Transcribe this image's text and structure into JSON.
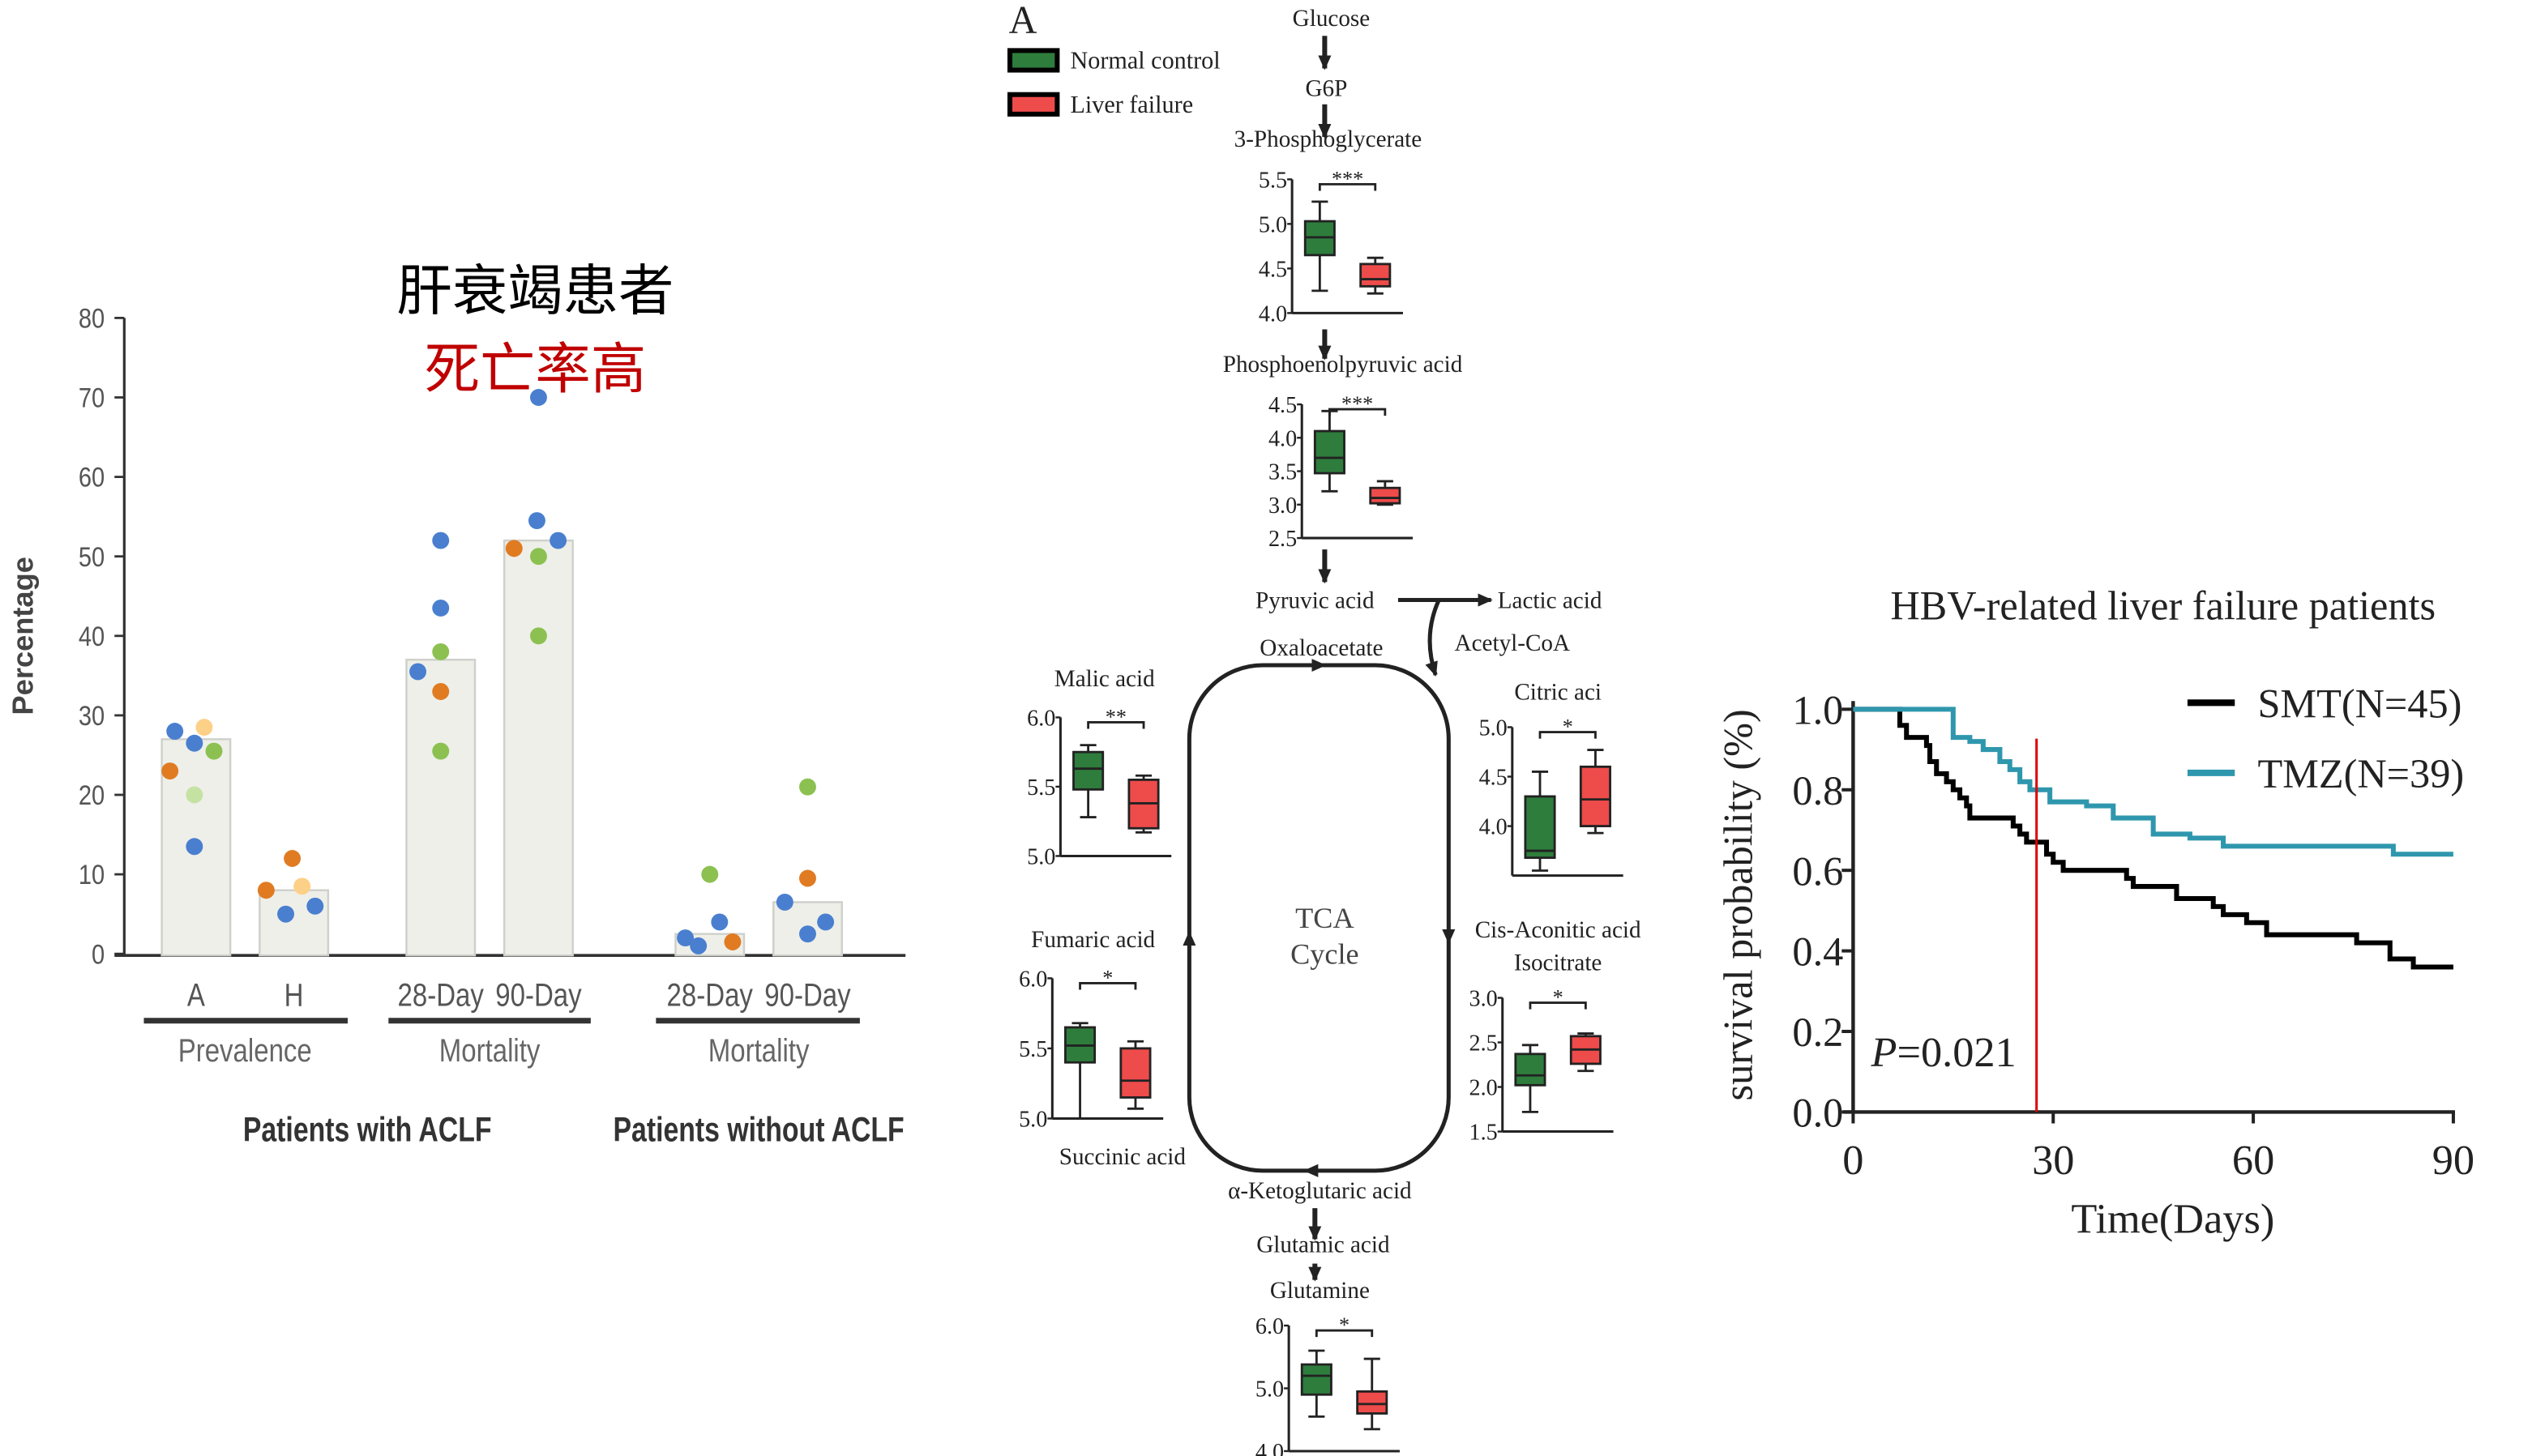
{
  "chart_data": [
    {
      "type": "bar",
      "title": "肝衰竭患者",
      "subtitle": "死亡率高",
      "ylabel": "Percentage",
      "ylim": [
        0,
        80
      ],
      "yticks": [
        "0",
        "10",
        "20",
        "30",
        "40",
        "50",
        "60",
        "70",
        "80"
      ],
      "categories": [
        "A",
        "H",
        "28-Day",
        "90-Day",
        "28-Day",
        "90-Day"
      ],
      "values": [
        27,
        8,
        37,
        52,
        2.5,
        6.5
      ],
      "groups": [
        "Prevalence",
        "Mortality",
        "Mortality"
      ],
      "supergroups": [
        "Patients with ACLF",
        "Patients without ACLF"
      ],
      "colors": {
        "blue": "#4a7fcf",
        "orange": "#e07b22",
        "green": "#8cc152",
        "light-orange": "#fdd088",
        "light-green": "#c5e2a3",
        "bar": "#eeefe9"
      },
      "points": [
        [
          {
            "v": 28,
            "c": "blue"
          },
          {
            "v": 26.5,
            "c": "blue"
          },
          {
            "v": 28.5,
            "c": "light-orange"
          },
          {
            "v": 25.5,
            "c": "green"
          },
          {
            "v": 23,
            "c": "orange"
          },
          {
            "v": 20,
            "c": "light-green"
          },
          {
            "v": 13.5,
            "c": "blue"
          }
        ],
        [
          {
            "v": 12,
            "c": "orange"
          },
          {
            "v": 8,
            "c": "orange"
          },
          {
            "v": 8.5,
            "c": "light-orange"
          },
          {
            "v": 5,
            "c": "blue"
          },
          {
            "v": 6,
            "c": "blue"
          }
        ],
        [
          {
            "v": 52,
            "c": "blue"
          },
          {
            "v": 43.5,
            "c": "blue"
          },
          {
            "v": 38,
            "c": "green"
          },
          {
            "v": 35.5,
            "c": "blue"
          },
          {
            "v": 33,
            "c": "orange"
          },
          {
            "v": 25.5,
            "c": "green"
          }
        ],
        [
          {
            "v": 70,
            "c": "blue"
          },
          {
            "v": 54.5,
            "c": "blue"
          },
          {
            "v": 52,
            "c": "blue"
          },
          {
            "v": 51,
            "c": "orange"
          },
          {
            "v": 50,
            "c": "green"
          },
          {
            "v": 40,
            "c": "green"
          }
        ],
        [
          {
            "v": 10,
            "c": "green"
          },
          {
            "v": 4,
            "c": "blue"
          },
          {
            "v": 2,
            "c": "blue"
          },
          {
            "v": 1.5,
            "c": "orange"
          },
          {
            "v": 1,
            "c": "blue"
          }
        ],
        [
          {
            "v": 21,
            "c": "green"
          },
          {
            "v": 9.5,
            "c": "orange"
          },
          {
            "v": 6.5,
            "c": "blue"
          },
          {
            "v": 2.5,
            "c": "blue"
          },
          {
            "v": 4,
            "c": "blue"
          }
        ]
      ]
    },
    {
      "type": "boxplot",
      "panel_letter": "A",
      "legend": [
        {
          "label": "Normal control",
          "color": "#2e7d3c"
        },
        {
          "label": "Liver failure",
          "color": "#ee4b4b"
        }
      ],
      "pathway": {
        "glucose": "Glucose",
        "g6p": "G6P",
        "pyruvic": "Pyruvic acid",
        "lactic": "Lactic acid",
        "acetyl": "Acetyl-CoA",
        "oxaloacetate": "Oxaloacetate",
        "tca1": "TCA",
        "tca2": "Cycle",
        "cis_aconitic": "Cis-Aconitic acid",
        "succinic": "Succinic acid",
        "akg": "α-Ketoglutaric acid",
        "glutamic": "Glutamic acid"
      },
      "panels": [
        {
          "title": "3-Phosphoglycerate",
          "ylim": [
            4.0,
            5.5
          ],
          "yticks": [
            "4.0",
            "4.5",
            "5.0",
            "5.5"
          ],
          "sig": "***",
          "boxes": [
            [
              4.25,
              4.65,
              4.85,
              5.03,
              5.25
            ],
            [
              4.22,
              4.3,
              4.38,
              4.55,
              4.62
            ]
          ]
        },
        {
          "title": "Phosphoenolpyruvic acid",
          "ylim": [
            2.5,
            4.5
          ],
          "yticks": [
            "2.5",
            "3.0",
            "3.5",
            "4.0",
            "4.5"
          ],
          "sig": "***",
          "boxes": [
            [
              3.2,
              3.47,
              3.7,
              4.1,
              4.4
            ],
            [
              3.0,
              3.02,
              3.1,
              3.25,
              3.35
            ]
          ]
        },
        {
          "title": "Malic acid",
          "ylim": [
            5.0,
            6.0
          ],
          "yticks": [
            "5.0",
            "5.5",
            "6.0"
          ],
          "sig": "**",
          "boxes": [
            [
              5.28,
              5.48,
              5.63,
              5.75,
              5.8
            ],
            [
              5.17,
              5.2,
              5.38,
              5.55,
              5.58
            ]
          ]
        },
        {
          "title": "Citric aci",
          "ylim": [
            3.5,
            5.0
          ],
          "yticks": [
            "4.0",
            "4.5",
            "5.0"
          ],
          "sig": "*",
          "boxes": [
            [
              3.55,
              3.68,
              3.75,
              4.3,
              4.55
            ],
            [
              3.93,
              4.0,
              4.27,
              4.6,
              4.77
            ]
          ]
        },
        {
          "title": "Fumaric acid",
          "ylim": [
            5.0,
            6.0
          ],
          "yticks": [
            "5.0",
            "5.5",
            "6.0"
          ],
          "sig": "*",
          "boxes": [
            [
              5.0,
              5.4,
              5.52,
              5.65,
              5.68
            ],
            [
              5.07,
              5.15,
              5.27,
              5.5,
              5.55
            ]
          ]
        },
        {
          "title": "Isocitrate",
          "ylim": [
            1.5,
            3.0
          ],
          "yticks": [
            "1.5",
            "2.0",
            "2.5",
            "3.0"
          ],
          "sig": "*",
          "boxes": [
            [
              1.72,
              2.02,
              2.13,
              2.37,
              2.47
            ],
            [
              2.18,
              2.26,
              2.42,
              2.57,
              2.6
            ]
          ]
        },
        {
          "title": "Glutamine",
          "ylim": [
            4.0,
            6.0
          ],
          "yticks": [
            "4.0",
            "5.0",
            "6.0"
          ],
          "sig": "*",
          "boxes": [
            [
              4.55,
              4.9,
              5.2,
              5.38,
              5.6
            ],
            [
              4.35,
              4.6,
              4.75,
              4.95,
              5.47
            ]
          ]
        }
      ]
    },
    {
      "type": "line",
      "title": "HBV-related liver failure patients",
      "xlabel": "Time(Days)",
      "ylabel": "survival probability (%)",
      "xlim": [
        0,
        90
      ],
      "ylim": [
        0,
        1.0
      ],
      "xticks": [
        "0",
        "30",
        "60",
        "90"
      ],
      "yticks": [
        "0.0",
        "0.2",
        "0.4",
        "0.6",
        "0.8",
        "1.0"
      ],
      "annotation": "=0.021",
      "annotation_italic": "P",
      "marker_day": 27.5,
      "series": [
        {
          "name": "SMT(N=45)",
          "color": "#000000",
          "steps": [
            [
              0,
              1.0
            ],
            [
              7,
              0.96
            ],
            [
              8,
              0.93
            ],
            [
              11,
              0.91
            ],
            [
              11.5,
              0.87
            ],
            [
              12.5,
              0.84
            ],
            [
              14,
              0.82
            ],
            [
              15,
              0.8
            ],
            [
              16,
              0.78
            ],
            [
              17,
              0.76
            ],
            [
              17.5,
              0.73
            ],
            [
              24,
              0.71
            ],
            [
              25,
              0.69
            ],
            [
              26,
              0.67
            ],
            [
              29,
              0.64
            ],
            [
              30,
              0.62
            ],
            [
              31.5,
              0.6
            ],
            [
              41,
              0.58
            ],
            [
              42,
              0.56
            ],
            [
              48.5,
              0.53
            ],
            [
              54,
              0.51
            ],
            [
              55.5,
              0.49
            ],
            [
              59,
              0.47
            ],
            [
              62,
              0.44
            ],
            [
              75.5,
              0.42
            ],
            [
              80.5,
              0.38
            ],
            [
              84,
              0.36
            ],
            [
              90,
              0.36
            ]
          ]
        },
        {
          "name": "TMZ(N=39)",
          "color": "#2f97ad",
          "steps": [
            [
              0,
              1.0
            ],
            [
              15,
              0.93
            ],
            [
              17.5,
              0.92
            ],
            [
              19.5,
              0.9
            ],
            [
              22,
              0.87
            ],
            [
              23.5,
              0.85
            ],
            [
              25,
              0.82
            ],
            [
              26.5,
              0.8
            ],
            [
              29.5,
              0.77
            ],
            [
              35,
              0.76
            ],
            [
              39,
              0.73
            ],
            [
              45,
              0.69
            ],
            [
              50.5,
              0.68
            ],
            [
              55.5,
              0.66
            ],
            [
              81,
              0.64
            ],
            [
              90,
              0.64
            ]
          ]
        }
      ]
    }
  ]
}
